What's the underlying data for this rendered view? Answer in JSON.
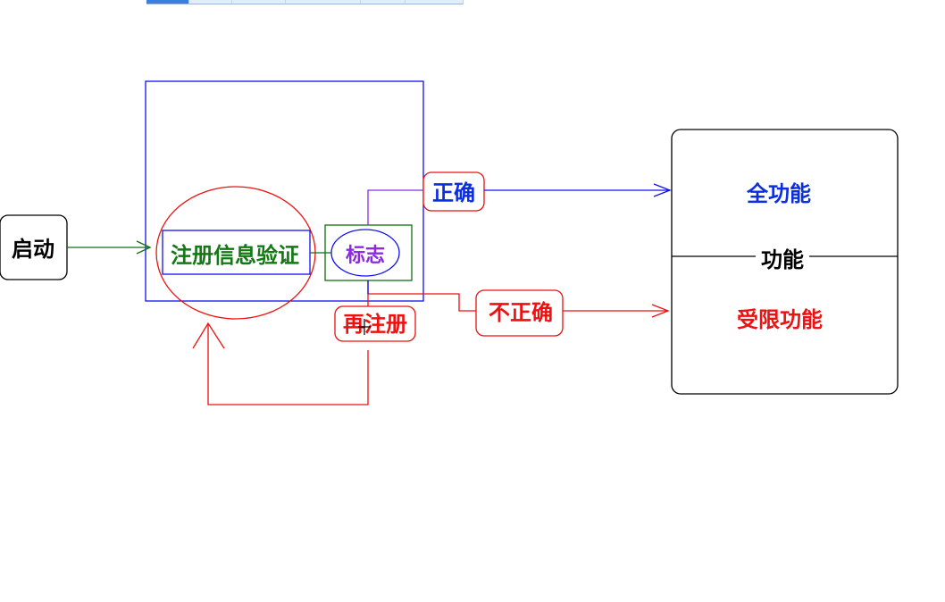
{
  "labels": {
    "start": "启动",
    "verify": "注册信息验证",
    "flag": "标志",
    "correct": "正确",
    "incorrect": "不正确",
    "reregister": "再注册",
    "full_function": "全功能",
    "function": "功能",
    "limited_function": "受限功能"
  },
  "colors": {
    "black": "#000000",
    "blue": "#1010ee",
    "green": "#107010",
    "red": "#ee1010",
    "purple": "#8a2be2",
    "label_blue": "#0a2ee0",
    "label_green": "#127a12",
    "label_red": "#ee1111",
    "label_purple": "#8a2be2"
  }
}
